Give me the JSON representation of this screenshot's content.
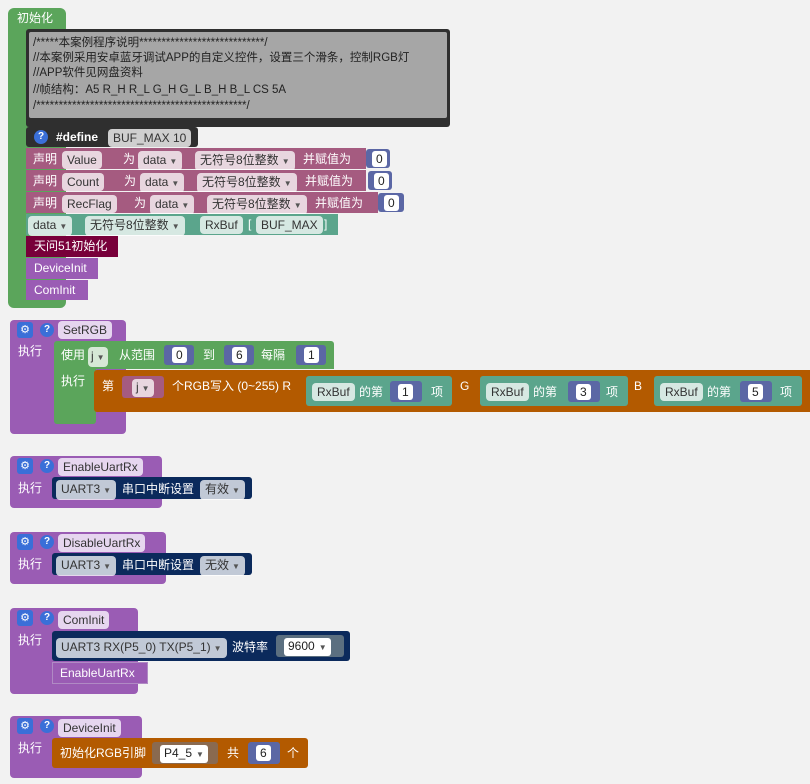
{
  "colors": {
    "purple": "#9a5cb4",
    "green": "#5ba55b",
    "teal": "#5ba58c",
    "pink": "#a55b80",
    "brown": "#b35a00",
    "navy": "#0b2a5c",
    "maroon": "#78003a",
    "indigo": "#5b67a5",
    "comment": "#2f2f2f"
  },
  "init": {
    "hat_label": "初始化",
    "comment_lines": [
      "/*****本案例程序说明****************************/",
      "//本案例采用安卓蓝牙调试APP的自定义控件，设置三个滑条，控制RGB灯",
      "//APP软件见网盘资料",
      "//帧结构：A5 R_H R_L G_H G_L B_H B_L CS 5A",
      "/***********************************************/"
    ],
    "define_kw": "#define",
    "define_name": "BUF_MAX 10",
    "declare_label": "声明",
    "as_label": "为",
    "assign_label": "并赋值为",
    "vars": [
      {
        "name": "Value",
        "type": "data",
        "subtype": "无符号8位整数",
        "value": "0"
      },
      {
        "name": "Count",
        "type": "data",
        "subtype": "无符号8位整数",
        "value": "0"
      },
      {
        "name": "RecFlag",
        "type": "data",
        "subtype": "无符号8位整数",
        "value": "0"
      }
    ],
    "array": {
      "type": "data",
      "subtype": "无符号8位整数",
      "name": "RxBuf",
      "open": "[",
      "size": "BUF_MAX",
      "close": "]"
    },
    "tianwen_init": "天问51初始化",
    "call_device": "DeviceInit",
    "call_com": "ComInit"
  },
  "setrgb": {
    "name": "SetRGB",
    "exec": "执行",
    "use": "使用",
    "loop_var": "j",
    "range": "从范围",
    "from": "0",
    "to_label": "到",
    "to": "6",
    "step_label": "每隔",
    "step": "1",
    "loop_exec": "执行",
    "di": "第",
    "idx": "j",
    "write_label": "个RGB写入 (0~255) R",
    "r": {
      "buf": "RxBuf",
      "di": "的第",
      "idx": "1",
      "xiang": "项"
    },
    "g_label": "G",
    "g": {
      "buf": "RxBuf",
      "di": "的第",
      "idx": "3",
      "xiang": "项"
    },
    "b_label": "B",
    "b": {
      "buf": "RxBuf",
      "di": "的第",
      "idx": "5",
      "xiang": "项"
    }
  },
  "enable": {
    "name": "EnableUartRx",
    "exec": "执行",
    "uart": "UART3",
    "label": "串口中断设置",
    "state": "有效"
  },
  "disable": {
    "name": "DisableUartRx",
    "exec": "执行",
    "uart": "UART3",
    "label": "串口中断设置",
    "state": "无效"
  },
  "cominit": {
    "name": "ComInit",
    "exec": "执行",
    "pins": "UART3 RX(P5_0) TX(P5_1)",
    "baud_label": "波特率",
    "baud": "9600",
    "call": "EnableUartRx"
  },
  "deviceinit": {
    "name": "DeviceInit",
    "exec": "执行",
    "label": "初始化RGB引脚",
    "pin": "P4_5",
    "total": "共",
    "count": "6",
    "unit": "个"
  }
}
